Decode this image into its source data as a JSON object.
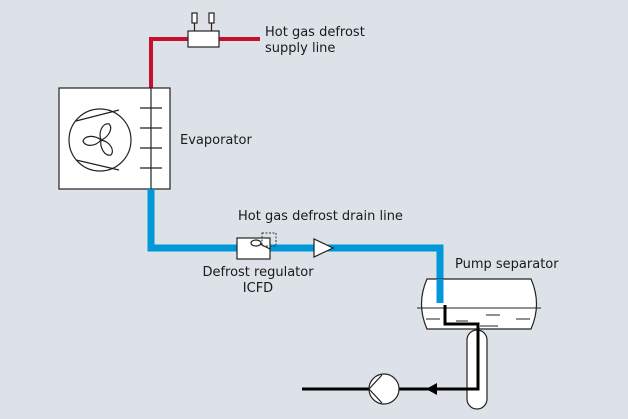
{
  "diagram": {
    "title": "Hot gas defrost piping schematic",
    "colors": {
      "background": "#dde2e9",
      "hot_gas_line": "#c8102e",
      "drain_line": "#0098d8",
      "liquid_line": "#000000",
      "component_fill": "#ffffff"
    },
    "labels": {
      "supply_line_1": "Hot gas defrost",
      "supply_line_2": "supply line",
      "evaporator": "Evaporator",
      "drain_line": "Hot gas defrost drain line",
      "regulator_1": "Defrost regulator",
      "regulator_2": "ICFD",
      "pump_separator": "Pump separator"
    },
    "components": [
      {
        "name": "hot-gas-supply-valve",
        "icon": "solenoid-valve-icon"
      },
      {
        "name": "evaporator",
        "icon": "fan-coil-icon"
      },
      {
        "name": "defrost-regulator-icfd",
        "icon": "regulator-valve-icon"
      },
      {
        "name": "check-valve",
        "icon": "check-valve-icon"
      },
      {
        "name": "pump-separator",
        "icon": "vessel-icon"
      },
      {
        "name": "pump",
        "icon": "pump-icon"
      }
    ]
  }
}
